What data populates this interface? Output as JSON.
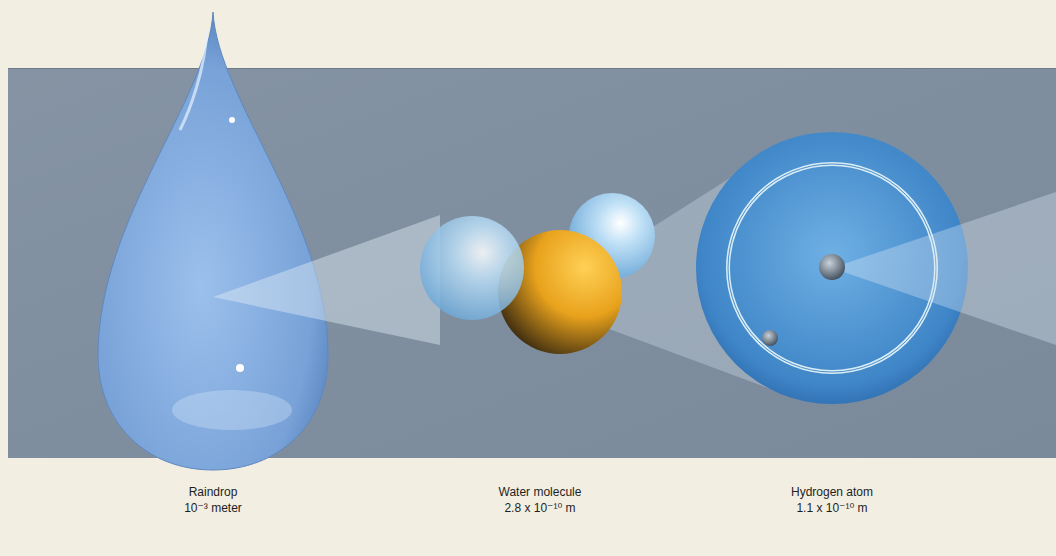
{
  "diagram": {
    "labels": [
      "Raindrop",
      "10⁻³ meter",
      "Water molecule",
      "2.8 x 10⁻¹⁰ m",
      "Hydrogen atom",
      "1.1 x 10⁻¹⁰ m"
    ]
  }
}
